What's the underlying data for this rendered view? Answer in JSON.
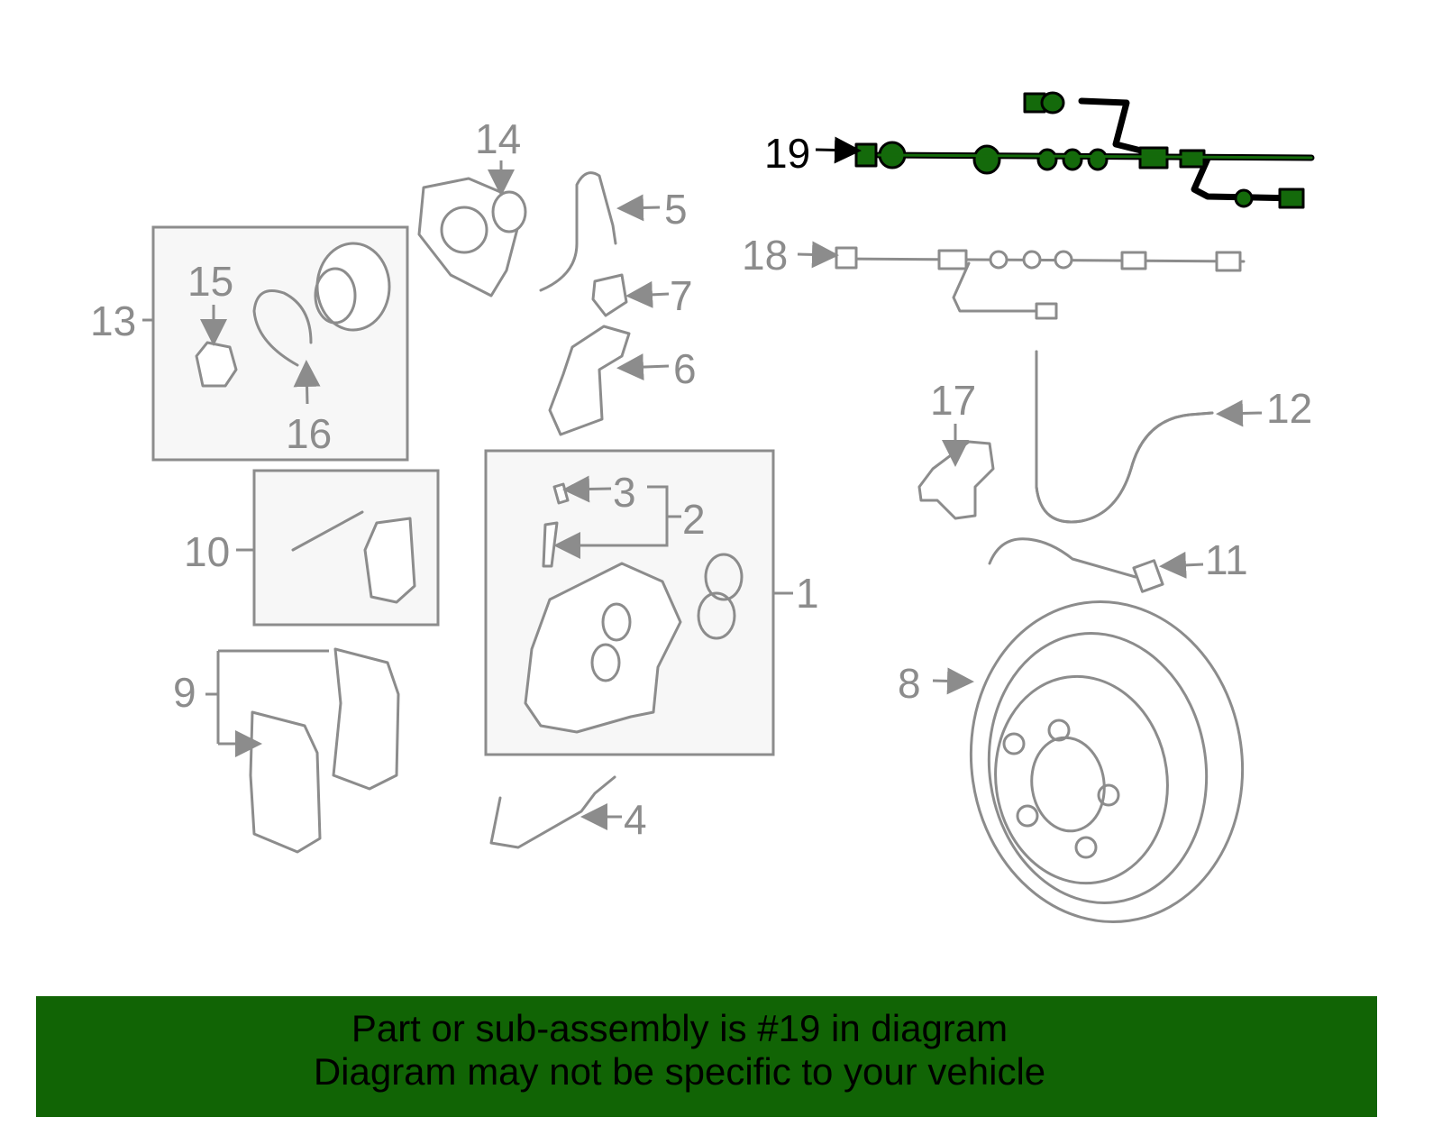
{
  "diagram": {
    "highlighted_part": "19",
    "labels": [
      "1",
      "2",
      "3",
      "4",
      "5",
      "6",
      "7",
      "8",
      "9",
      "10",
      "11",
      "12",
      "13",
      "14",
      "15",
      "16",
      "17",
      "18",
      "19"
    ],
    "colors": {
      "highlight": "#146a0b",
      "line_art": "#8c8c8c",
      "box_fill": "#f7f7f7"
    }
  },
  "banner": {
    "line1": "Part or sub-assembly is #19 in diagram",
    "line2": "Diagram may not be specific to your vehicle",
    "background": "#116405"
  }
}
